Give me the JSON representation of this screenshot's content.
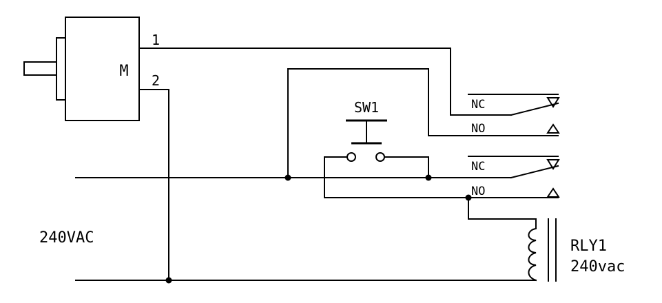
{
  "labels": {
    "motor": "M",
    "pin1": "1",
    "pin2": "2",
    "switch": "SW1",
    "nc1": "NC",
    "no1": "NO",
    "nc2": "NC",
    "no2": "NO",
    "supply": "240VAC",
    "relay_name": "RLY1",
    "relay_rating": "240vac"
  },
  "colors": {
    "ink": "#000000",
    "background": "#ffffff"
  }
}
